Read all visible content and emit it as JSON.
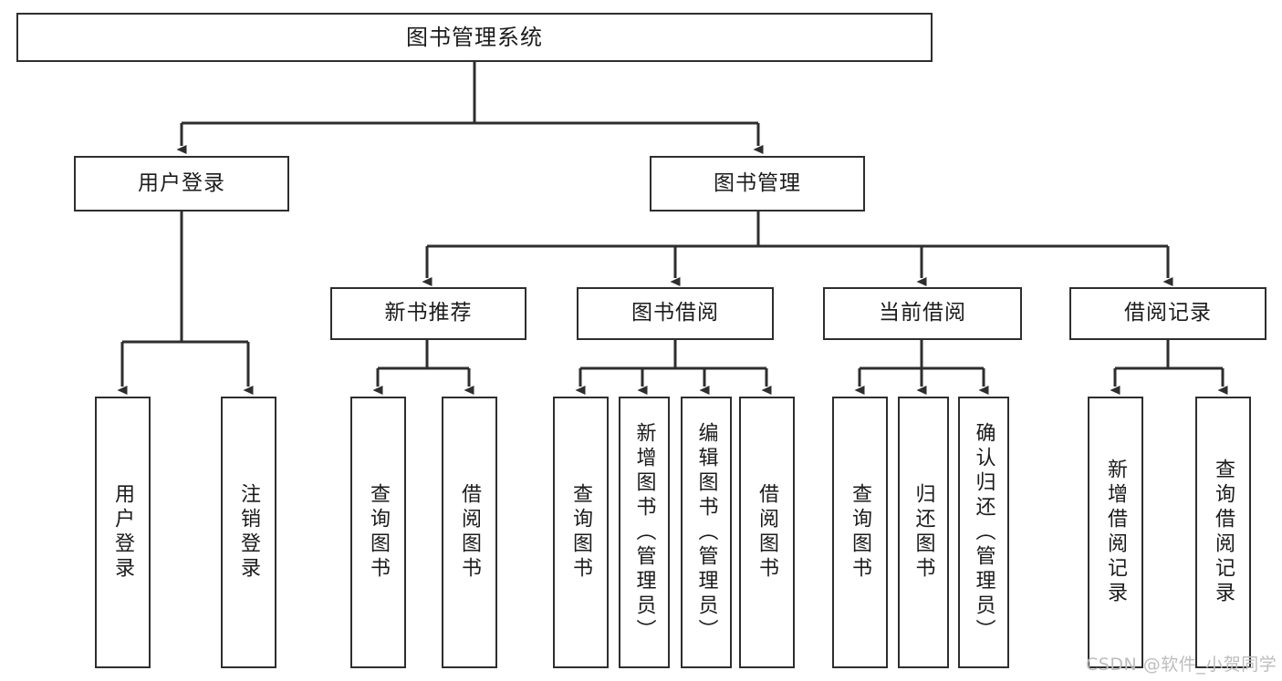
{
  "diagram": {
    "title": "图书管理系统",
    "type": "tree-hierarchy-chart",
    "root": {
      "label": "图书管理系统"
    },
    "level2": [
      {
        "label": "用户登录"
      },
      {
        "label": "图书管理"
      }
    ],
    "level3": [
      {
        "label": "新书推荐"
      },
      {
        "label": "图书借阅"
      },
      {
        "label": "当前借阅"
      },
      {
        "label": "借阅记录"
      }
    ],
    "leaves": {
      "user_login": [
        {
          "label": "用户登录"
        },
        {
          "label": "注销登录"
        }
      ],
      "new_book_recommend": [
        {
          "label": "查询图书"
        },
        {
          "label": "借阅图书"
        }
      ],
      "book_borrow": [
        {
          "label": "查询图书"
        },
        {
          "label": "新增图书（管理员）"
        },
        {
          "label": "编辑图书（管理员）"
        },
        {
          "label": "借阅图书"
        }
      ],
      "current_borrow": [
        {
          "label": "查询图书"
        },
        {
          "label": "归还图书"
        },
        {
          "label": "确认归还（管理员）"
        }
      ],
      "borrow_record": [
        {
          "label": "新增借阅记录"
        },
        {
          "label": "查询借阅记录"
        }
      ]
    }
  },
  "watermark": {
    "text": "CSDN @软件_小贺同学"
  },
  "colors": {
    "stroke": "#2e2e2e",
    "fill": "#ffffff",
    "text": "#1b1b1b",
    "watermark": "#bdbdbd"
  }
}
